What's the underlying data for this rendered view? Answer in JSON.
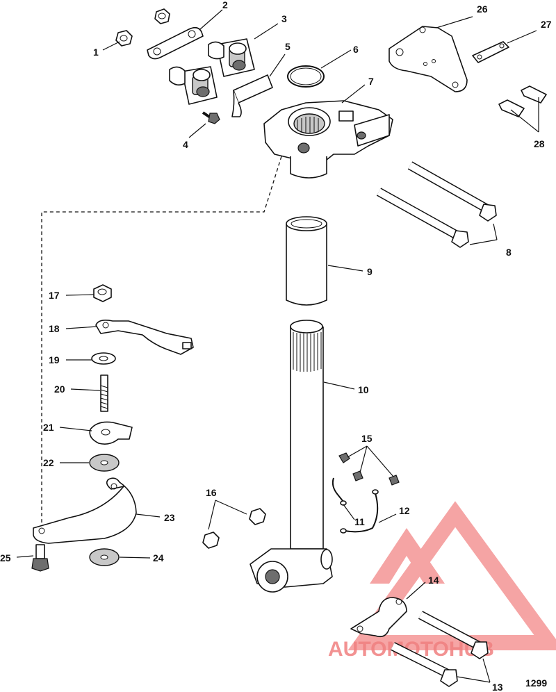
{
  "callouts": {
    "c1": "1",
    "c2": "2",
    "c3": "3",
    "c4": "4",
    "c5": "5",
    "c6": "6",
    "c7": "7",
    "c8": "8",
    "c9": "9",
    "c10": "10",
    "c11": "11",
    "c12": "12",
    "c13": "13",
    "c14": "14",
    "c15": "15",
    "c16": "16",
    "c17": "17",
    "c18": "18",
    "c19": "19",
    "c20": "20",
    "c21": "21",
    "c22": "22",
    "c23": "23",
    "c24": "24",
    "c25": "25",
    "c26": "26",
    "c27": "27",
    "c28": "28"
  },
  "figure_number": "1299",
  "watermark": {
    "text": "AUTOMOTOHUB",
    "color": "#f08080",
    "accent": "#f5b041"
  }
}
